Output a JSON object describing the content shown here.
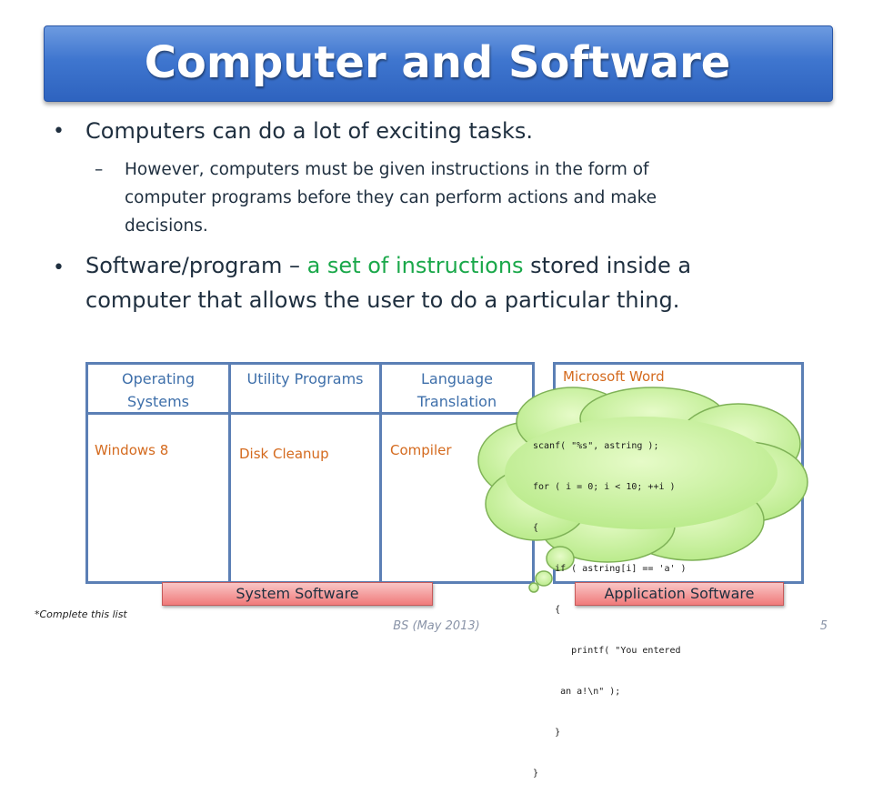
{
  "slide": {
    "title": "Computer and Software",
    "bullets": [
      {
        "text": "Computers can do a lot of exciting tasks."
      },
      {
        "sub": [
          "However, computers must be given instructions in the form of",
          "computer programs before they can perform actions and make",
          "decisions."
        ]
      },
      {
        "line1_pre": "Software/program – ",
        "line1_highlight": "a set of instructions",
        "line1_post": " stored inside a",
        "line2": "computer that allows the user to do a particular thing."
      }
    ],
    "dash": "–",
    "bullet_glyph": "•"
  },
  "diagram": {
    "system_columns": [
      {
        "head": [
          "Operating",
          "Systems"
        ],
        "example": "Windows 8"
      },
      {
        "head": [
          "Utility Programs"
        ],
        "example": "Disk Cleanup"
      },
      {
        "head": [
          "Language",
          "Translation"
        ],
        "example": "Compiler"
      }
    ],
    "app_box_label": "Microsoft Word",
    "system_label": "System Software",
    "application_label": "Application Software",
    "code_lines": [
      "scanf( \"%s\", astring );",
      "for ( i = 0; i < 10; ++i )",
      "{",
      "    if ( astring[i] == 'a' )",
      "    {",
      "       printf( \"You entered",
      "     an a!\\n\" );",
      "    }",
      "}"
    ]
  },
  "footer": {
    "note": "*Complete this list",
    "center": "BS (May 2013)",
    "page": "5"
  },
  "colors": {
    "title_blue": "#3f76cf",
    "highlight_green": "#1aa84a",
    "example_orange": "#d46a1e",
    "box_border": "#5b7fb5",
    "pill_red": "#f07a7a",
    "cloud_green": "#c8f29a"
  }
}
